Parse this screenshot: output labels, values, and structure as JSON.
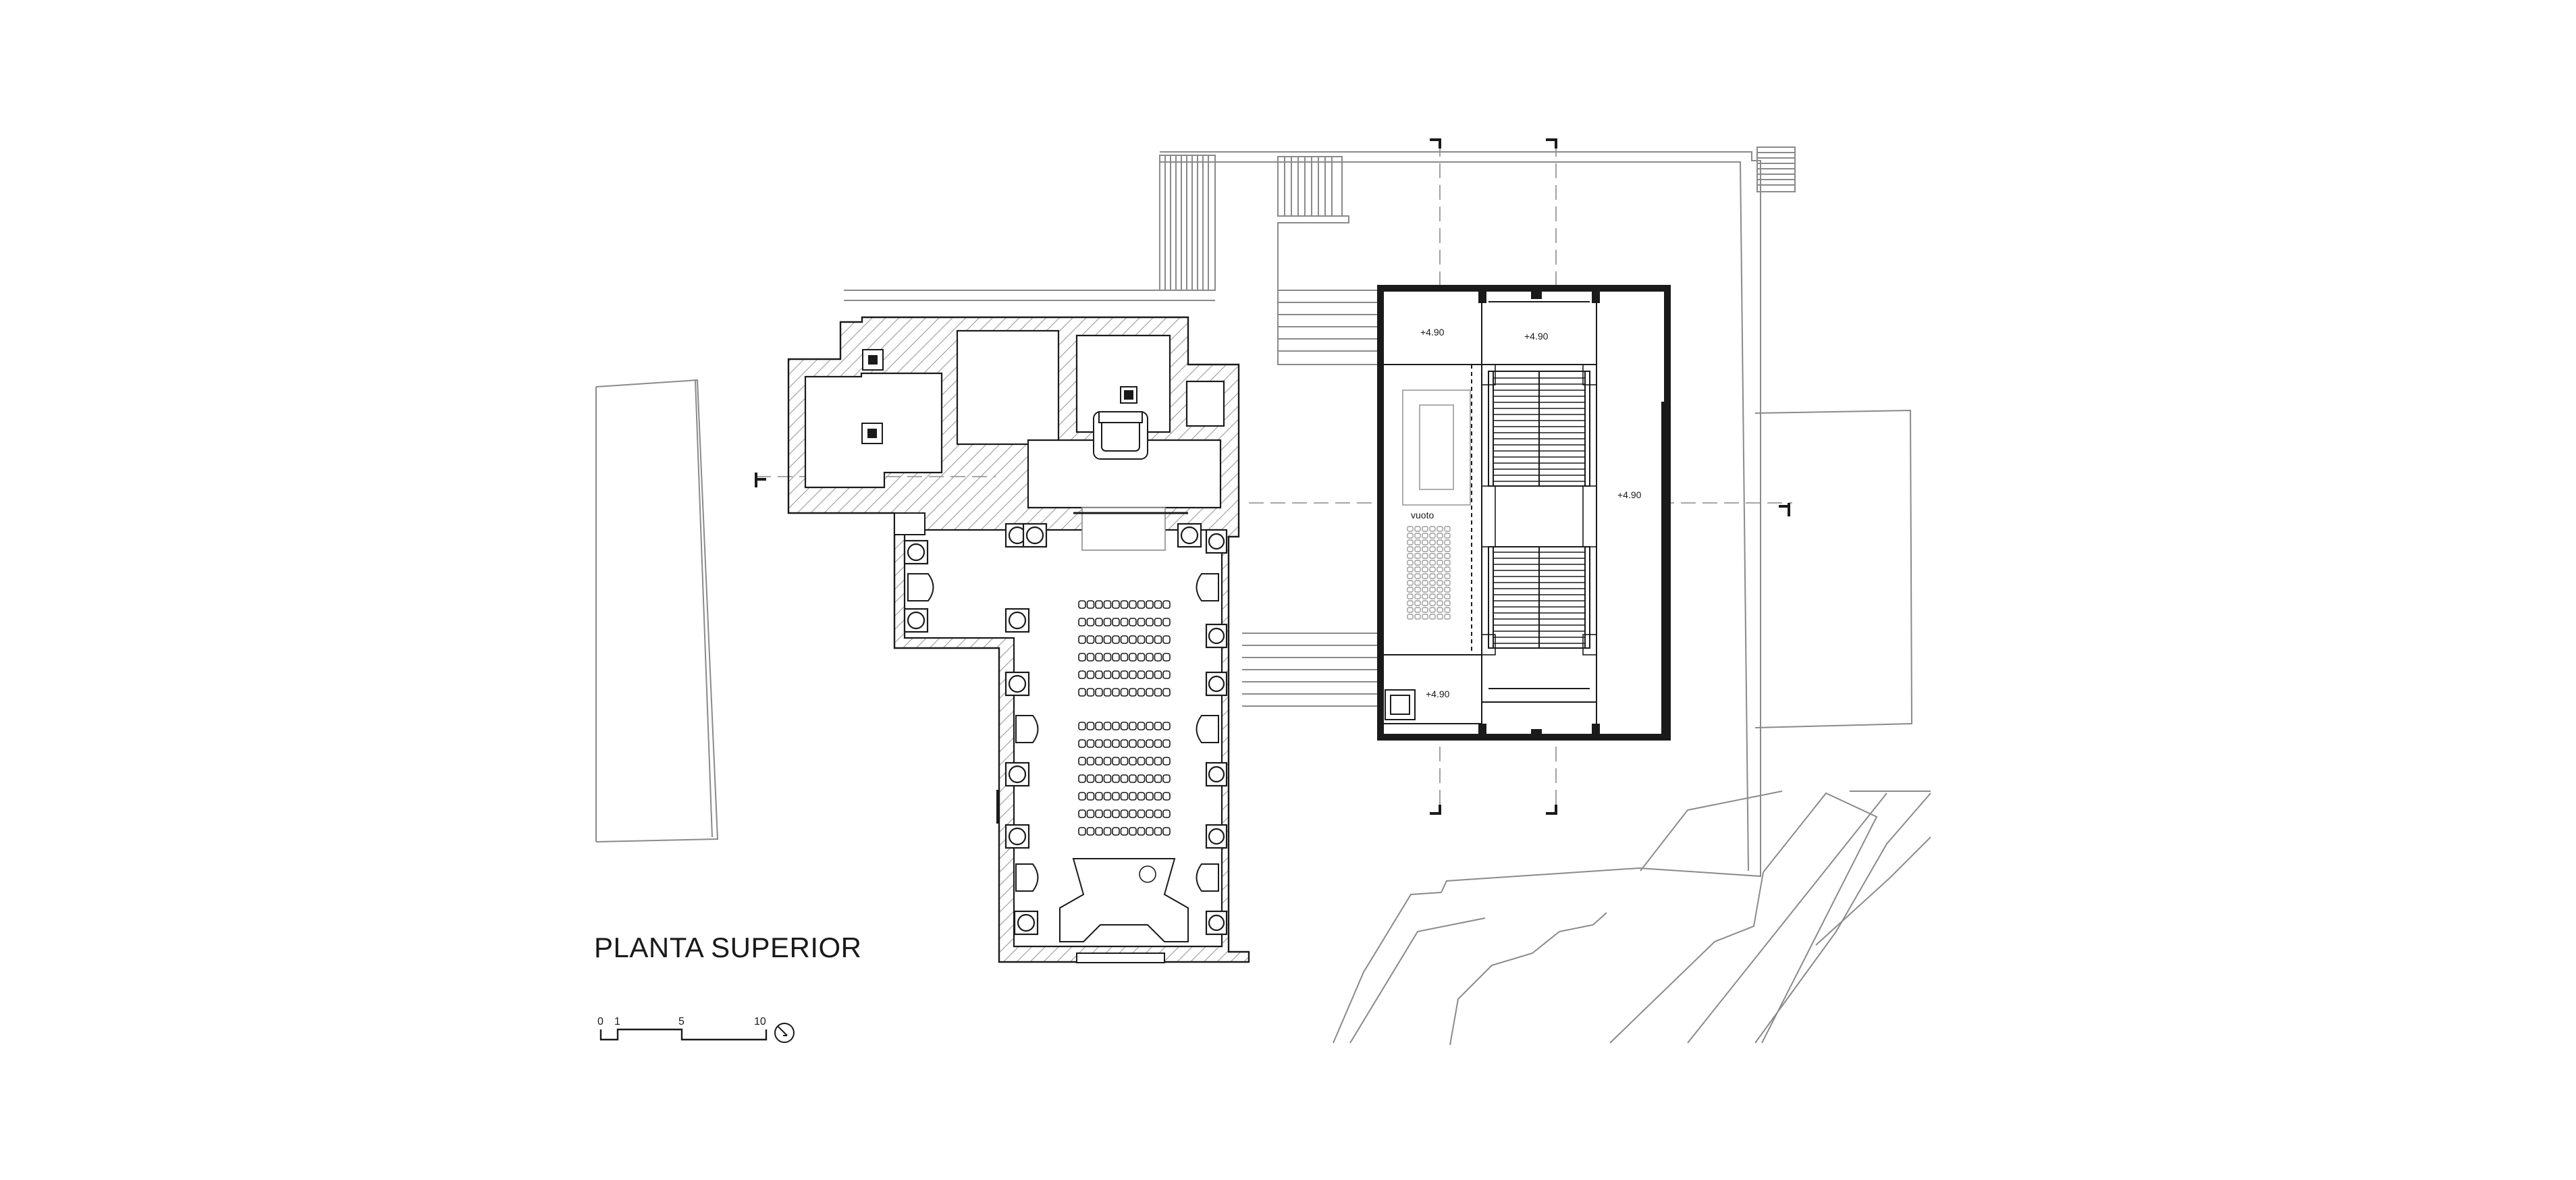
{
  "drawing": {
    "title": "PLANTA SUPERIOR",
    "level_labels": [
      "+4.90",
      "+4.90",
      "+4.90",
      "+4.90"
    ],
    "void_label": "vuoto",
    "scale_bar": {
      "ticks": [
        "0",
        "1",
        "5",
        "10"
      ]
    },
    "north_arrow_icon": "north-arrow-icon",
    "colors": {
      "line": "#1a1a1a",
      "thin_line": "#8a8a8a",
      "wall_fill": "#ffffff",
      "hatch": "#9a9a9a",
      "background": "#ffffff"
    }
  }
}
